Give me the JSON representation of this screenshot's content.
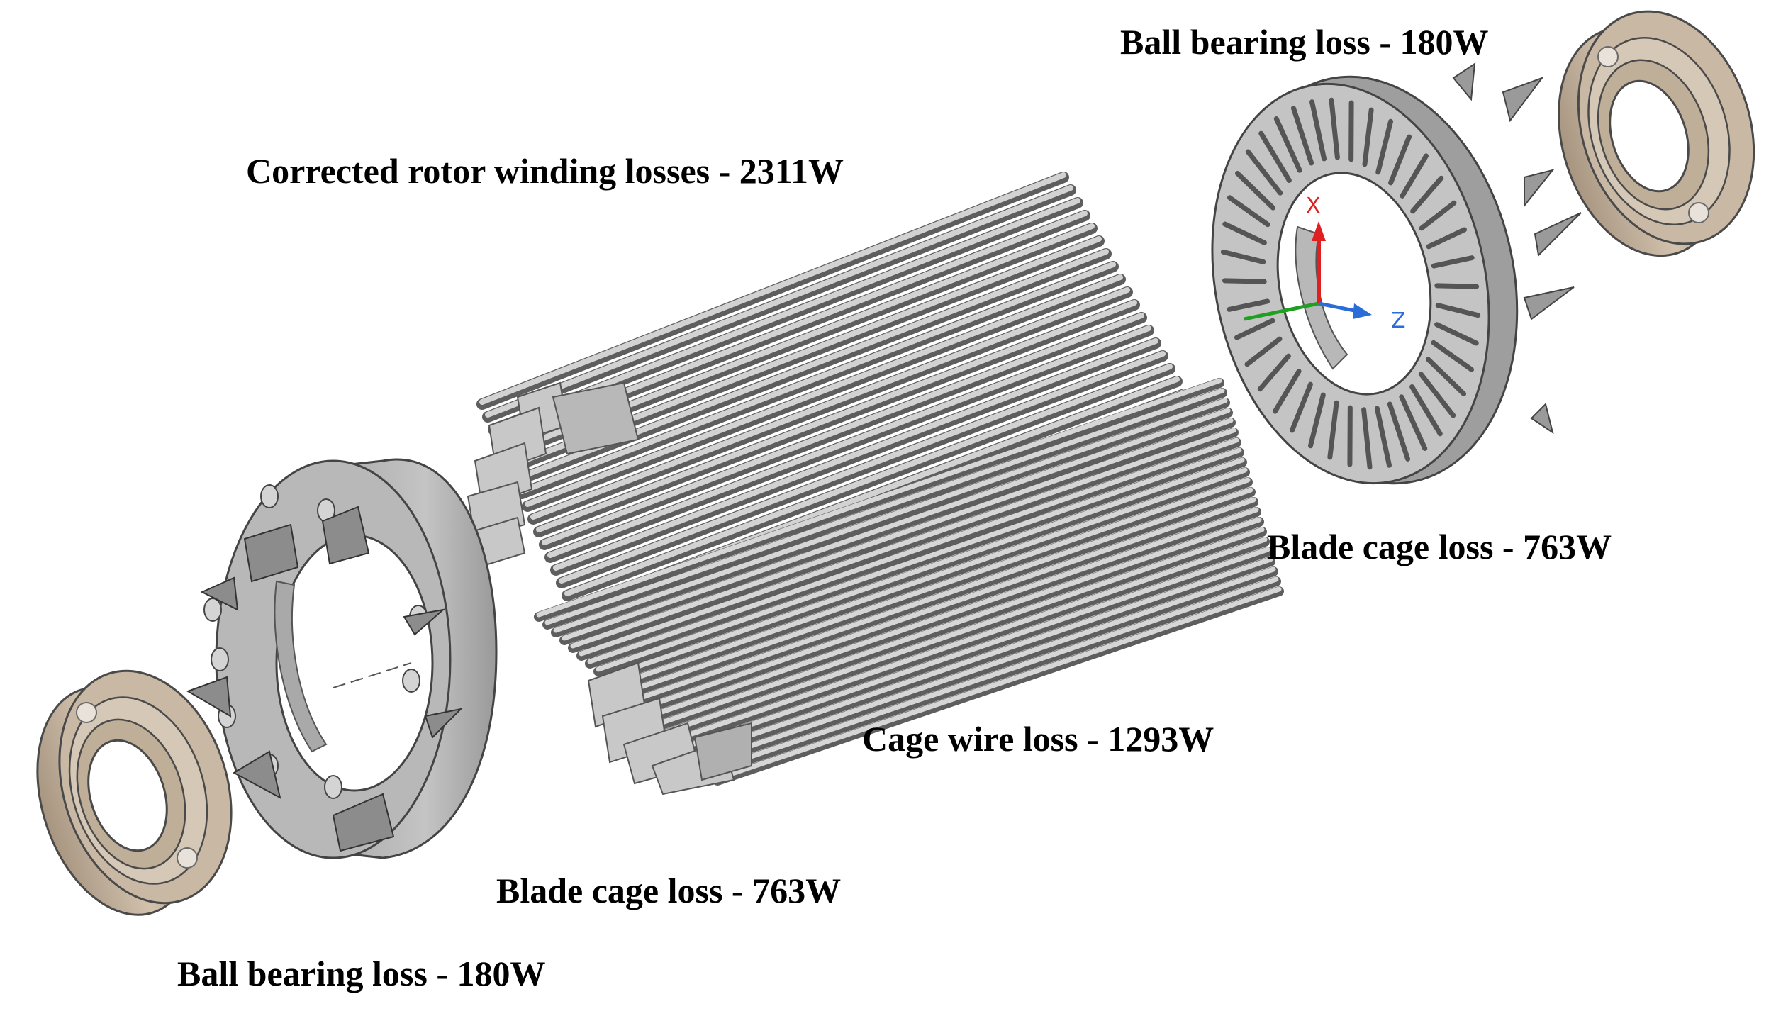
{
  "labels": {
    "ball_bearing_top": "Ball bearing loss - 180W",
    "rotor_winding": "Corrected rotor winding losses - 2311W",
    "blade_cage_right": "Blade cage loss - 763W",
    "cage_wire": "Cage wire loss - 1293W",
    "blade_cage_left": "Blade cage loss - 763W",
    "ball_bearing_bottom": "Ball bearing loss - 180W"
  },
  "triad": {
    "x_label": "X",
    "z_label": "Z",
    "x_color": "#e02020",
    "y_color": "#20a020",
    "z_color": "#2a6cd8"
  },
  "colors": {
    "steel": "#b4b4b4",
    "steel_dark": "#7a7a7a",
    "steel_light": "#d8d8d8",
    "bearing": "#c8b8a4",
    "bearing_dark": "#8e7c68"
  }
}
